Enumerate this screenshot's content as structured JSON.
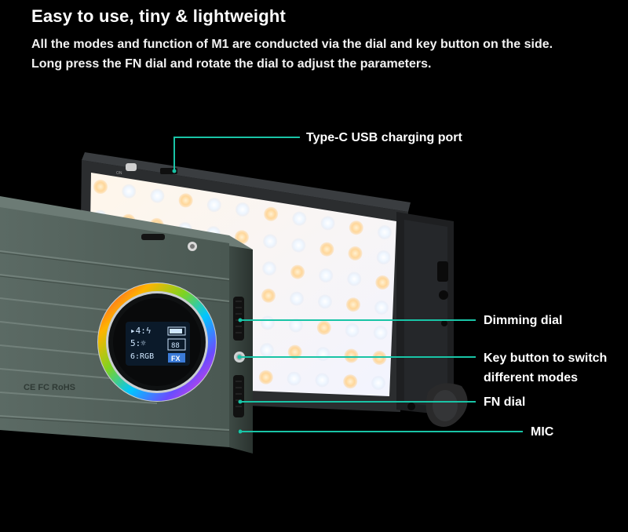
{
  "header": {
    "title": "Easy to use, tiny & lightweight",
    "lines": [
      "All the modes and function of M1 are conducted via the dial and key button on the side.",
      "Long press the FN dial and rotate the dial to adjust the parameters."
    ]
  },
  "callouts": {
    "usb": "Type-C USB charging port",
    "dimming": "Dimming dial",
    "key_line1": "Key button to switch",
    "key_line2": "different modes",
    "fn": "FN dial",
    "mic": "MIC"
  },
  "colors": {
    "leader_line": "#19c4a6",
    "device_body": "#56655f",
    "led_cool": "#ffffff",
    "led_warm": "#ffd79a"
  },
  "lcd": {
    "row1": "▸4:ϟ",
    "row2": "5:☼",
    "row3": "6:RGB",
    "fx": "FX",
    "counter": "88"
  },
  "device_markings": "CE FC RoHS"
}
